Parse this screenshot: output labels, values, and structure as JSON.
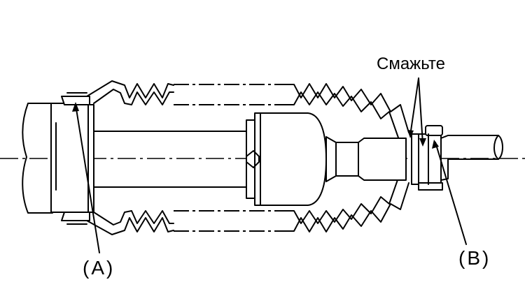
{
  "labels": {
    "a": "(A)",
    "b": "(B)",
    "lube": "Смажьте"
  },
  "colors": {
    "ink": "#000000",
    "background": "#ffffff"
  }
}
